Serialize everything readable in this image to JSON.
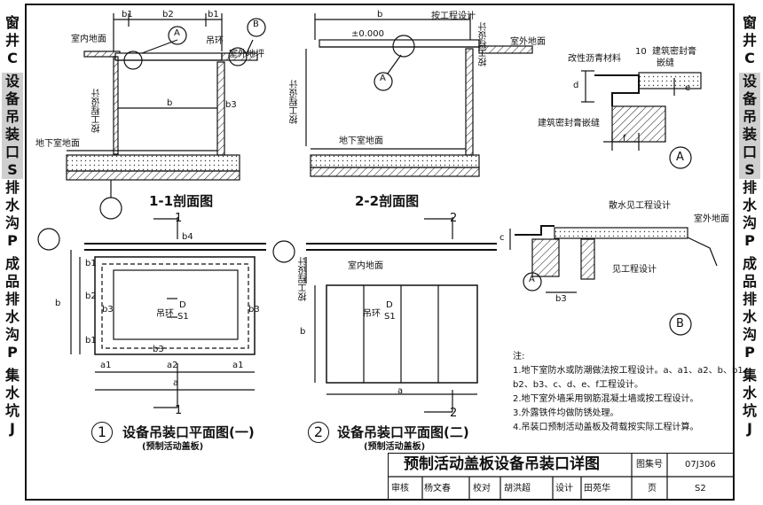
{
  "side_left": [
    "窗",
    "井",
    "C",
    "设",
    "备",
    "吊",
    "装",
    "口",
    "S",
    "排",
    "水",
    "沟",
    "P",
    "成",
    "品",
    "排",
    "水",
    "沟",
    "P",
    "集",
    "水",
    "坑",
    "J"
  ],
  "side_right": [
    "窗",
    "井",
    "C",
    "设",
    "备",
    "吊",
    "装",
    "口",
    "S",
    "排",
    "水",
    "沟",
    "P",
    "成",
    "品",
    "排",
    "水",
    "沟",
    "P",
    "集",
    "水",
    "坑",
    "J"
  ],
  "section11": {
    "title": "1-1剖面图",
    "b1": "b1",
    "b2": "b2",
    "b": "b",
    "b3": "b3",
    "indoor_floor": "室内地面",
    "outdoor_slope": "室外地坪",
    "lifting_ring": "吊环",
    "by_project": "按工程设计",
    "basement_floor": "地下室地面",
    "callout_a": "A",
    "callout_a_sub": "-",
    "callout_b": "B",
    "callout_b_sub": "-"
  },
  "section22": {
    "title": "2-2剖面图",
    "b": "b",
    "elev": "±0.000",
    "by_project_top": "按工程设计",
    "by_project_right": "按工程设计",
    "outdoor_ground": "室外地面",
    "by_project_left": "按工程设计",
    "basement_floor": "地下室地面",
    "callout_a": "A",
    "callout_a_sub": "-"
  },
  "detailA": {
    "label": "A",
    "modified_asphalt": "改性沥青材料",
    "sealant_top": "建筑密封膏",
    "embed": "嵌缝",
    "sealant_bottom": "建筑密封膏嵌缝",
    "dim10": "10",
    "d": "d",
    "e": "e",
    "f": "f"
  },
  "detailB": {
    "label": "B",
    "waterproof": "散水见工程设计",
    "outdoor_ground": "室外地面",
    "see_project": "见工程设计",
    "c": "c",
    "b3": "b3",
    "callout_a": "A",
    "callout_a_sub": "-"
  },
  "plan1": {
    "num": "1",
    "title": "设备吊装口平面图(一)",
    "subtitle": "(预制活动盖板)",
    "section_mark": "1",
    "b4": "b4",
    "b1": "b1",
    "b2": "b2",
    "b": "b",
    "b3": "b3",
    "a1": "a1",
    "a2": "a2",
    "a": "a",
    "lifting_ring": "吊环",
    "ref_top": "D",
    "ref_bottom": "S1"
  },
  "plan2": {
    "num": "2",
    "title": "设备吊装口平面图(二)",
    "subtitle": "(预制活动盖板)",
    "section_mark": "2",
    "indoor_floor": "室内地面",
    "by_project": "按工程设计",
    "b": "b",
    "a": "a",
    "lifting_ring": "吊环",
    "ref_top": "D",
    "ref_bottom": "S1"
  },
  "notes": {
    "heading": "注:",
    "items": [
      "1.地下室防水或防潮做法按工程设计。a、a1、a2、b、b1、",
      "   b2、b3、c、d、e、f工程设计。",
      "2.地下室外墙采用钢筋混凝土墙或按工程设计。",
      "3.外露铁件均做防锈处理。",
      "4.吊装口预制活动盖板及荷载按实际工程计算。"
    ]
  },
  "titleblock": {
    "title": "预制活动盖板设备吊装口详图",
    "atlas_label": "图集号",
    "atlas_value": "07J306",
    "review_label": "审核",
    "review_name": "杨文春",
    "proof_label": "校对",
    "proof_name": "胡洪超",
    "design_label": "设计",
    "design_name": "田苑华",
    "page_label": "页",
    "page_value": "S2"
  }
}
